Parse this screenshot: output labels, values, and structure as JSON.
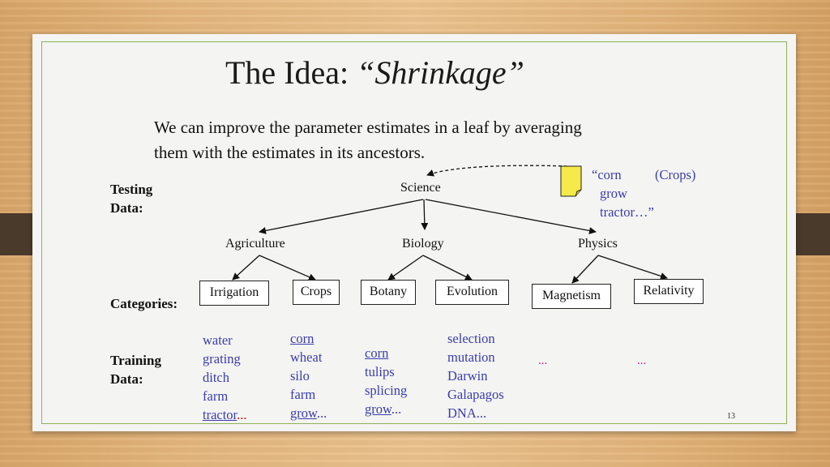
{
  "slide": {
    "title_plain": "The Idea: ",
    "title_italic": "“Shrinkage”",
    "subtitle_line1": "We can improve the parameter estimates in a leaf  by averaging",
    "subtitle_line2": "them with the estimates in its ancestors.",
    "testing_label_1": "Testing",
    "testing_label_2": "Data:",
    "categories_label": "Categories:",
    "training_label_1": "Training",
    "training_label_2": "Data:",
    "page_number": "13"
  },
  "tree": {
    "root": "Science",
    "level1": [
      "Agriculture",
      "Biology",
      "Physics"
    ],
    "categories": [
      "Irrigation",
      "Crops",
      "Botany",
      "Evolution",
      "Magnetism",
      "Relativity"
    ]
  },
  "test_doc": {
    "line1_word": "“corn",
    "line1_tag": "(Crops)",
    "line2": "grow",
    "line3": "tractor…”"
  },
  "training": {
    "irrigation": [
      "water",
      "grating",
      "ditch",
      "farm",
      "tractor",
      "..."
    ],
    "crops": [
      "corn",
      "wheat",
      "silo",
      "farm",
      "grow",
      "..."
    ],
    "botany": [
      "corn",
      "tulips",
      "splicing",
      "grow",
      "..."
    ],
    "evolution": [
      "selection",
      "mutation",
      "Darwin",
      "Galapagos",
      "DNA..."
    ],
    "magnetism": "...",
    "relativity": "..."
  },
  "colors": {
    "frame_green": "#8db35a",
    "word_blue": "#3a3dab",
    "doc_yellow": "#f5ea4a",
    "dots_magenta": "#c02090"
  },
  "icons": [
    "document-icon"
  ]
}
